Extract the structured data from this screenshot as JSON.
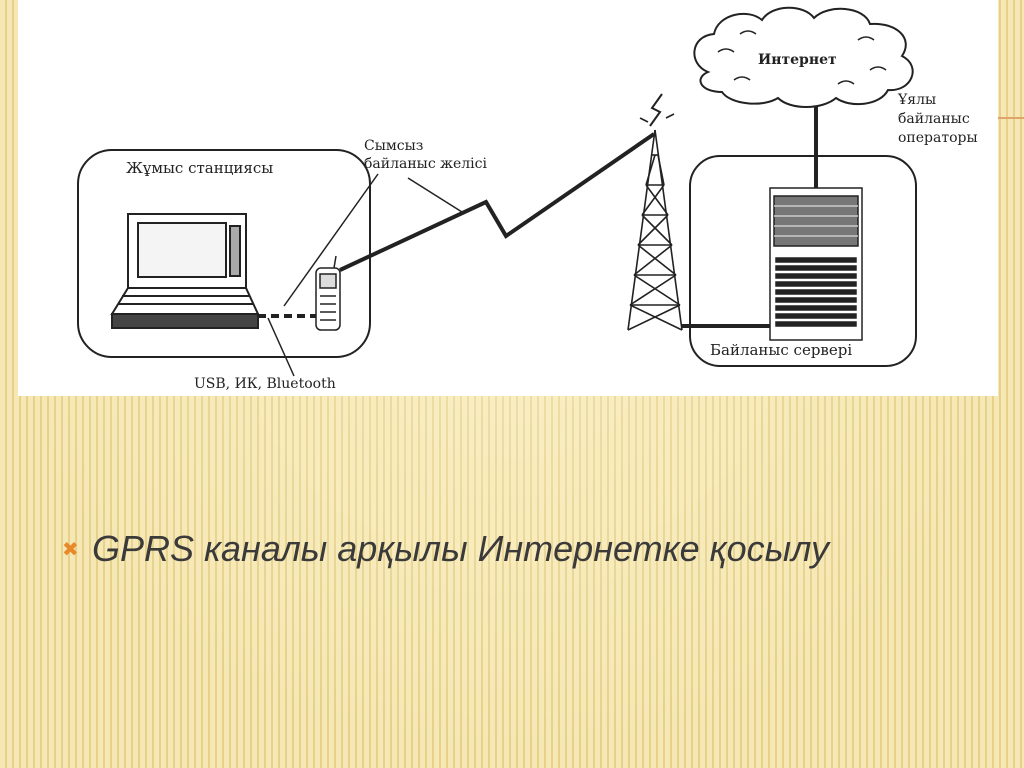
{
  "diagram": {
    "labels": {
      "workstation": "Жұмыс станциясы",
      "wireless_line1": "Сымсыз",
      "wireless_line2": "байланыс желісі",
      "internet": "Интернет",
      "operator_line1": "Ұялы",
      "operator_line2": "байланыс",
      "operator_line3": "операторы",
      "server": "Байланыс сервері",
      "usb": "USB, ИК, Bluetooth"
    },
    "icons": [
      "laptop-icon",
      "mobile-phone-icon",
      "radio-tower-icon",
      "server-rack-icon",
      "cloud-icon",
      "lightning-icon"
    ]
  },
  "bullet": {
    "icon": "cross-bullet-icon",
    "icon_glyph": "✖",
    "text": "GPRS каналы арқылы Интернетке қосылу"
  },
  "colors": {
    "bullet_icon": "#e8892a",
    "accent": "#e0a36a",
    "background": "#f3e3a6"
  }
}
